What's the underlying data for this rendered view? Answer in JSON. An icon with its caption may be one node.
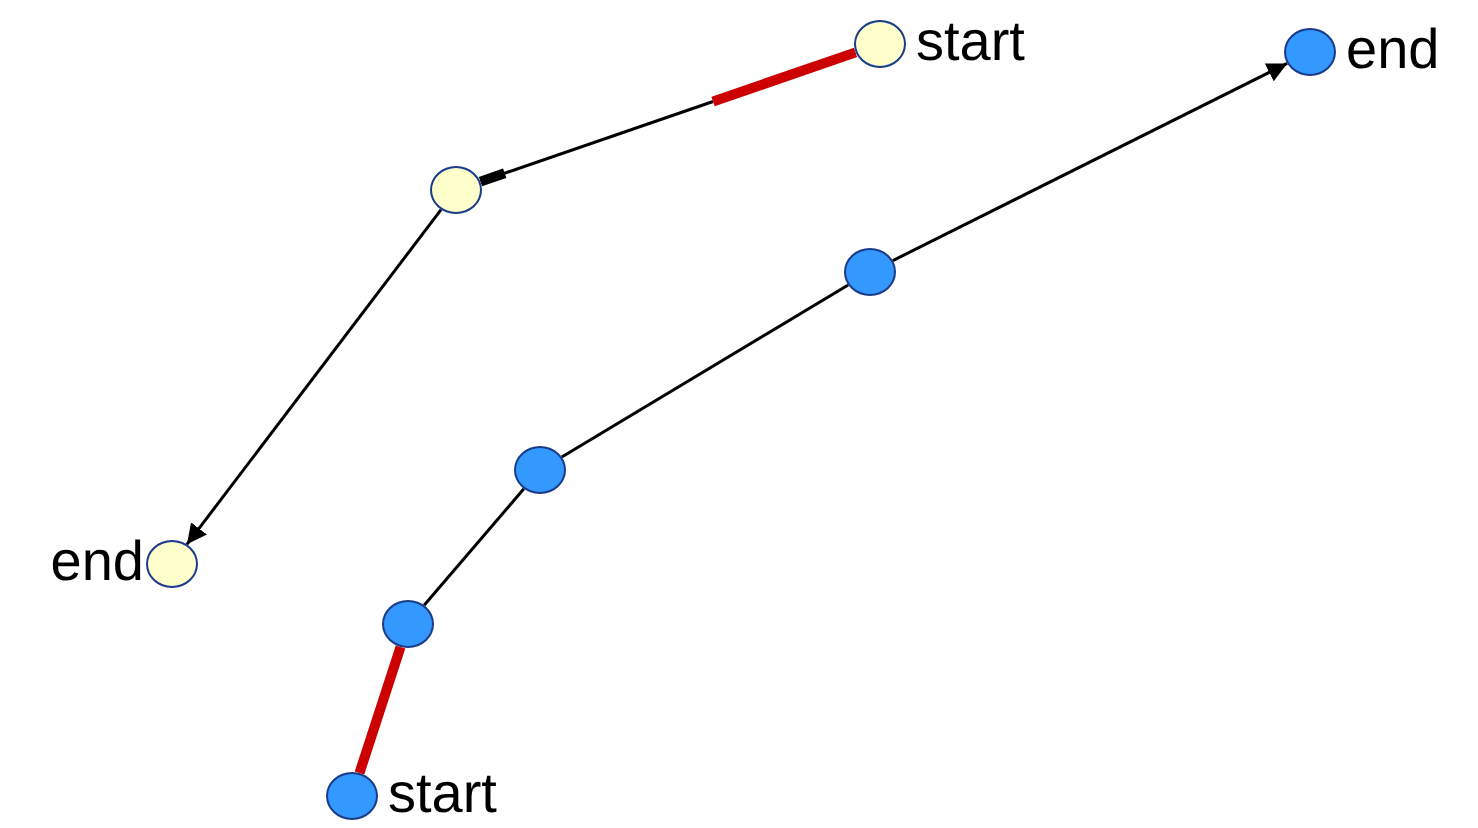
{
  "diagram": {
    "nodes": [
      {
        "text": [],
        "shape": "circle",
        "beside": [
          "start"
        ]
      },
      {
        "text": [],
        "shape": "circle"
      },
      {
        "text": [],
        "shape": "circle",
        "beside": [
          "end"
        ]
      },
      {
        "text": [],
        "shape": "circle",
        "beside": [
          "start"
        ]
      },
      {
        "text": [],
        "shape": "circle"
      },
      {
        "text": [],
        "shape": "circle"
      },
      {
        "text": [],
        "shape": "circle"
      },
      {
        "text": [],
        "shape": "circle",
        "beside": [
          "end"
        ]
      }
    ],
    "edges": [
      {
        "from": 0,
        "to": 1,
        "arrow": "none",
        "style": "thick",
        "color": "#cc0000"
      },
      {
        "from": 1,
        "to": 2,
        "arrow": "to"
      },
      {
        "from": 3,
        "to": 4,
        "arrow": "none",
        "style": "thick",
        "color": "#cc0000"
      },
      {
        "from": 4,
        "to": 5,
        "arrow": "none"
      },
      {
        "from": 5,
        "to": 6,
        "arrow": "none"
      },
      {
        "from": 6,
        "to": 7,
        "arrow": "to"
      }
    ]
  }
}
